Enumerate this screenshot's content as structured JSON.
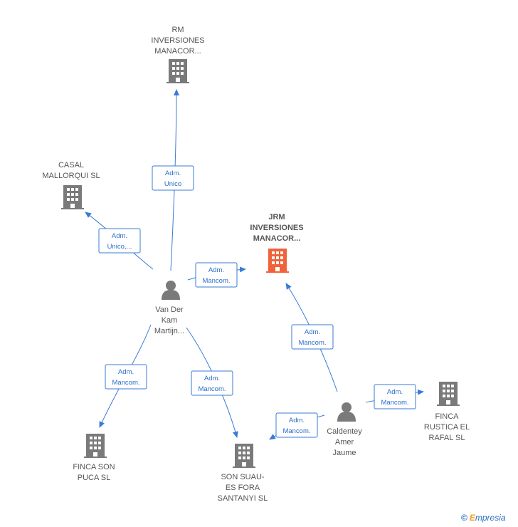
{
  "colors": {
    "edge": "#3a7bd5",
    "edge_label_border": "#3a7bd5",
    "edge_label_text": "#2c6fc4",
    "company_icon": "#7a7a7a",
    "highlight_icon": "#f0623a",
    "person_icon": "#7a7a7a",
    "label_text": "#555555"
  },
  "nodes": [
    {
      "id": "rm",
      "type": "company",
      "icon": "building-icon",
      "label": [
        "RM",
        "INVERSIONES",
        "MANACOR..."
      ]
    },
    {
      "id": "casal",
      "type": "company",
      "icon": "building-icon",
      "label": [
        "CASAL",
        "MALLORQUI SL"
      ]
    },
    {
      "id": "jrm",
      "type": "company-highlight",
      "icon": "building-icon",
      "label": [
        "JRM",
        "INVERSIONES",
        "MANACOR..."
      ]
    },
    {
      "id": "vdk",
      "type": "person",
      "icon": "person-icon",
      "label": [
        "Van Der",
        "Kam",
        "Martijn..."
      ]
    },
    {
      "id": "caldentey",
      "type": "person",
      "icon": "person-icon",
      "label": [
        "Caldentey",
        "Amer",
        "Jaume"
      ]
    },
    {
      "id": "rafal",
      "type": "company",
      "icon": "building-icon",
      "label": [
        "FINCA",
        "RUSTICA EL",
        "RAFAL  SL"
      ]
    },
    {
      "id": "puca",
      "type": "company",
      "icon": "building-icon",
      "label": [
        "FINCA SON",
        "PUCA SL"
      ]
    },
    {
      "id": "suau",
      "type": "company",
      "icon": "building-icon",
      "label": [
        "SON SUAU-",
        "ES FORA",
        "SANTANYI  SL"
      ]
    }
  ],
  "edges": [
    {
      "from": "vdk",
      "to": "rm",
      "label": [
        "Adm.",
        "Unico"
      ]
    },
    {
      "from": "vdk",
      "to": "casal",
      "label": [
        "Adm.",
        "Unico,..."
      ]
    },
    {
      "from": "vdk",
      "to": "jrm",
      "label": [
        "Adm.",
        "Mancom."
      ]
    },
    {
      "from": "vdk",
      "to": "puca",
      "label": [
        "Adm.",
        "Mancom."
      ]
    },
    {
      "from": "vdk",
      "to": "suau",
      "label": [
        "Adm.",
        "Mancom."
      ]
    },
    {
      "from": "caldentey",
      "to": "jrm",
      "label": [
        "Adm.",
        "Mancom."
      ]
    },
    {
      "from": "caldentey",
      "to": "rafal",
      "label": [
        "Adm.",
        "Mancom."
      ]
    },
    {
      "from": "caldentey",
      "to": "suau",
      "label": [
        "Adm.",
        "Mancom."
      ]
    }
  ],
  "brand": {
    "copyright": "©",
    "name_first": "E",
    "name_rest": "mpresia"
  }
}
